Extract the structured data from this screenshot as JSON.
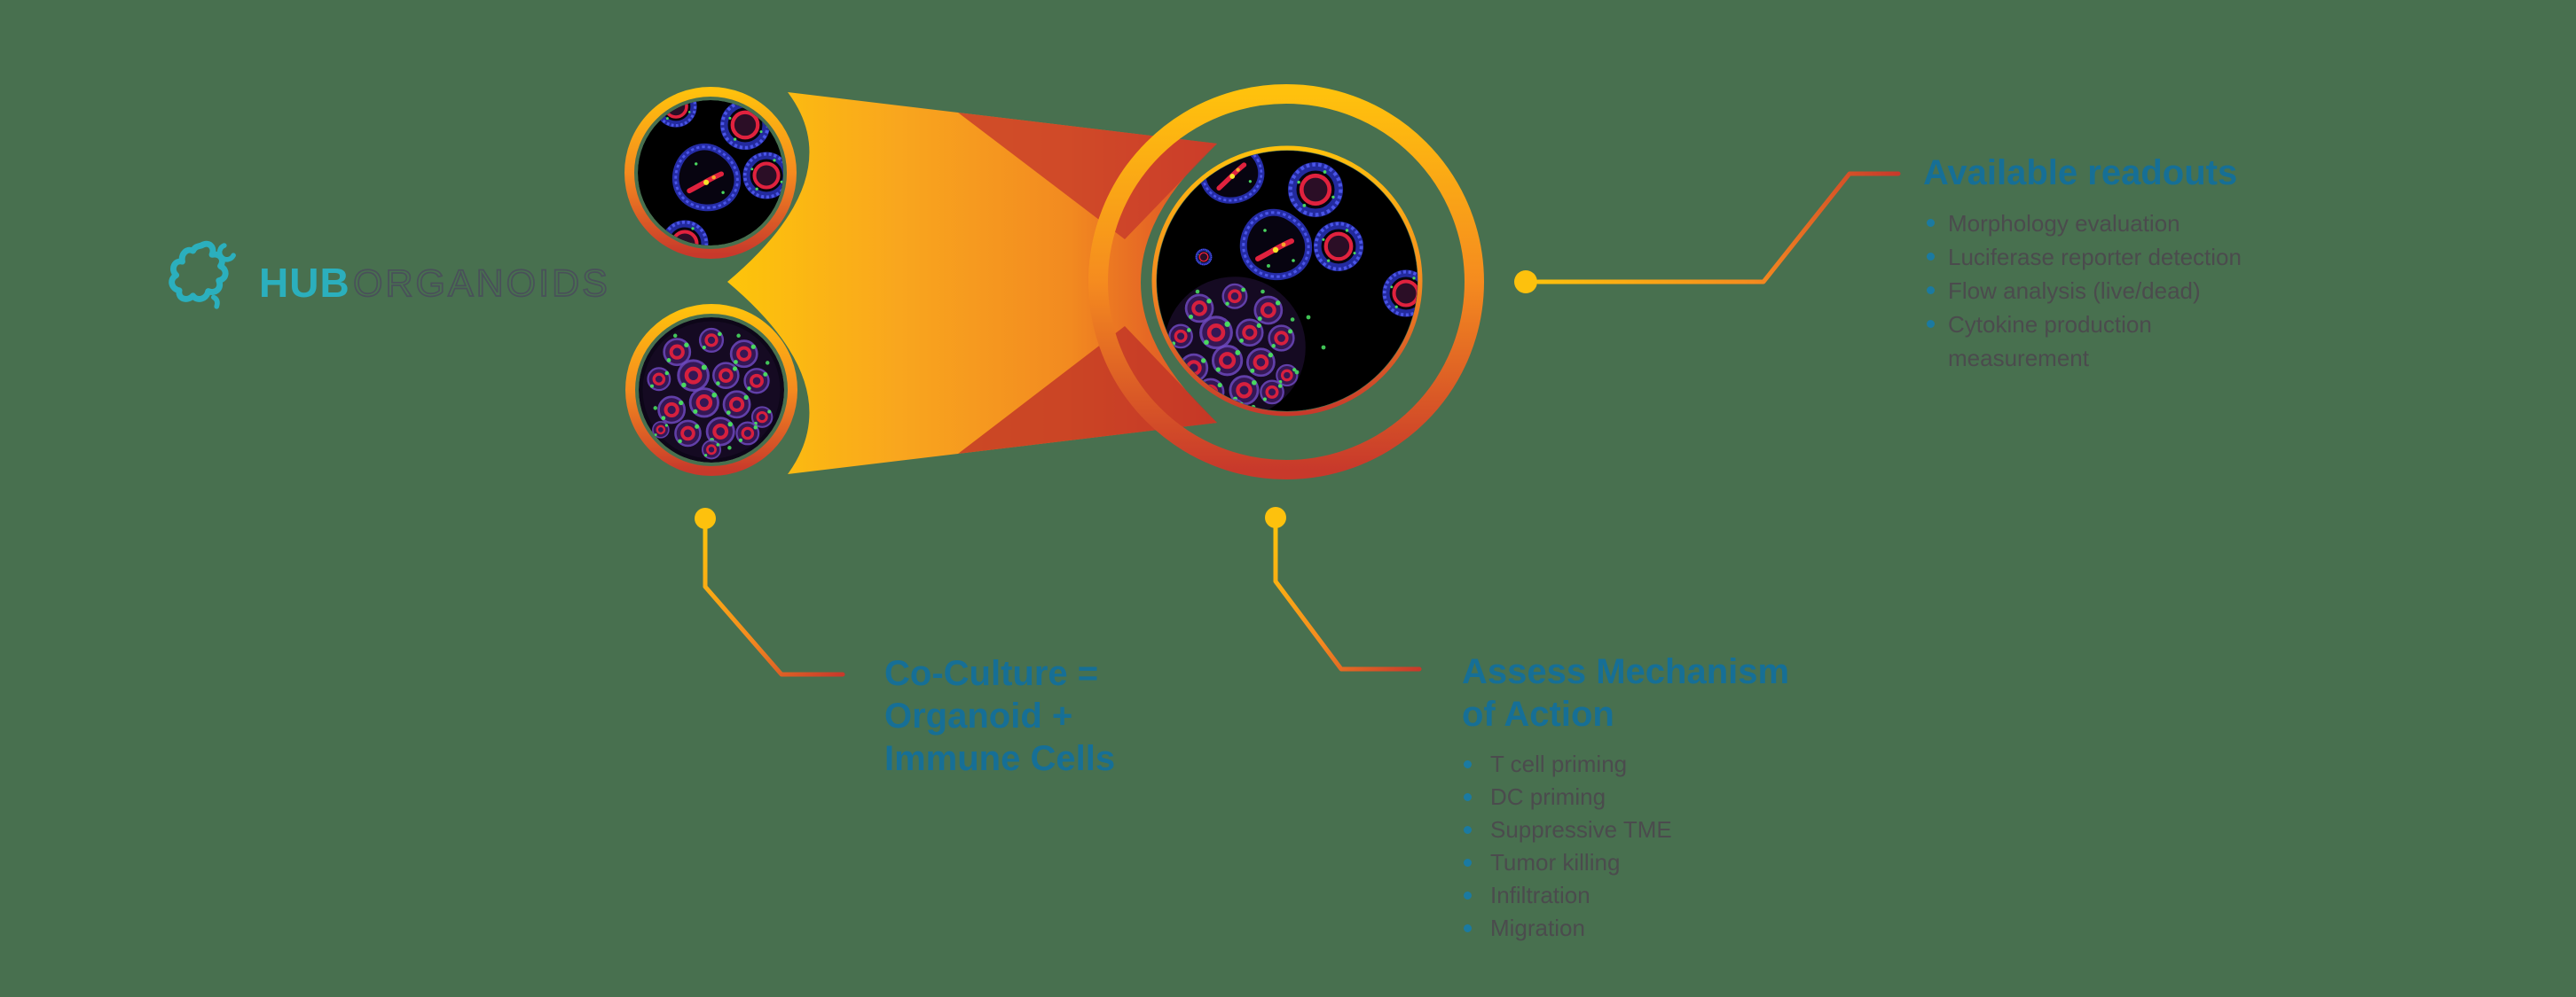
{
  "logo": {
    "brand_bold": "HUB",
    "brand_light": "ORGANOIDS",
    "icon": "organoid-star-icon",
    "teal": "#2BAFBD",
    "outline_color": "#495059"
  },
  "colors": {
    "background": "#48704F",
    "heading_blue": "#166F96",
    "bullet_dot_blue": "#1B7AA1",
    "body_gray": "#4B4B4D",
    "accent_yellow": "#FDC10D",
    "accent_orange": "#F58B1F",
    "accent_red": "#C8392B"
  },
  "diagram": {
    "source_circle_top": "organoid-microscopy-image",
    "source_circle_bottom": "immune-cells-microscopy-image",
    "result_circle": "co-culture-microscopy-image",
    "funnel": "merge-arrow",
    "connector_dots": "yellow-callout-dot"
  },
  "annotations": {
    "co_culture": {
      "title_lines": [
        "Co-Culture =",
        "Organoid +",
        "Immune Cells"
      ]
    },
    "mechanism": {
      "title_lines": [
        "Assess Mechanism",
        "of Action"
      ],
      "bullets": [
        "T cell priming",
        "DC priming",
        "Suppressive TME",
        "Tumor killing",
        "Infiltration",
        "Migration"
      ]
    },
    "readouts": {
      "title": "Available readouts",
      "bullets": [
        "Morphology evaluation",
        "Luciferase reporter detection",
        "Flow analysis (live/dead)",
        "Cytokine production measurement"
      ]
    }
  }
}
